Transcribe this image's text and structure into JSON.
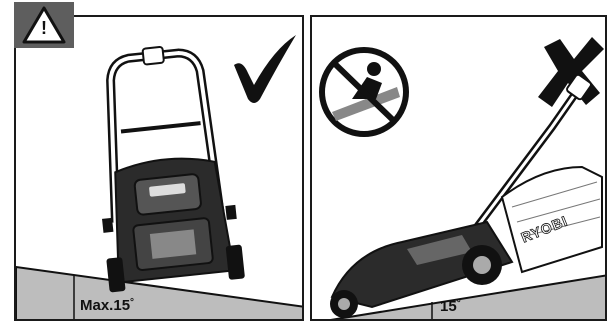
{
  "left_panel": {
    "angle_label": "Max.15",
    "degree_symbol": "°",
    "status": "allowed",
    "status_icon": "checkmark-icon"
  },
  "right_panel": {
    "angle_label": "15",
    "degree_symbol": "°",
    "status": "forbidden",
    "status_icon": "cross-icon",
    "prohibition_icon": "no-ride-icon",
    "mower_brand": "RYOBI"
  },
  "header": {
    "warning_icon": "warning-triangle-icon",
    "warning_glyph": "!"
  },
  "colors": {
    "slope_fill": "#bdbdbd",
    "warning_bg": "#5e5e5e",
    "ink": "#111111"
  }
}
